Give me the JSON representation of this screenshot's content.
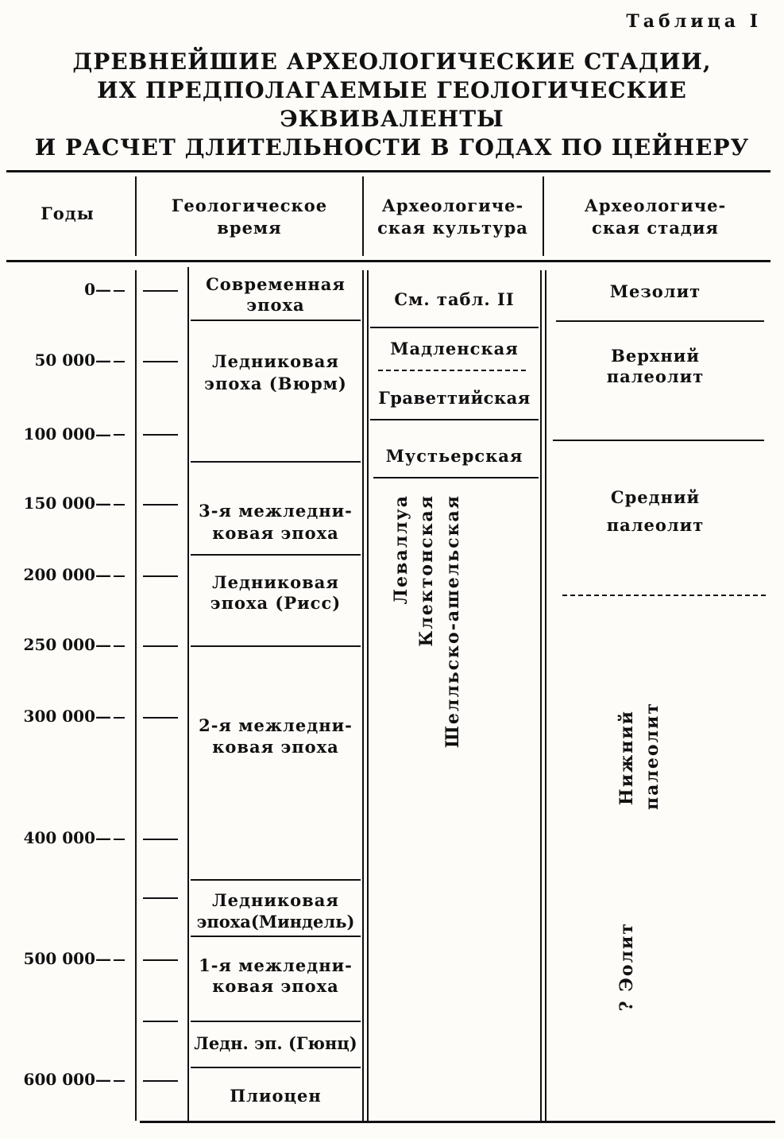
{
  "table_number": "Таблица I",
  "title": {
    "line1": "ДРЕВНЕЙШИЕ АРХЕОЛОГИЧЕСКИЕ СТАДИИ,",
    "line2": "ИХ ПРЕДПОЛАГАЕМЫЕ ГЕОЛОГИЧЕСКИЕ ЭКВИВАЛЕНТЫ",
    "line3": "И РАСЧЕТ ДЛИТЕЛЬНОСТИ В ГОДАХ ПО ЦЕЙНЕРУ"
  },
  "headers": {
    "years": "Годы",
    "geo_l1": "Геологическое",
    "geo_l2": "время",
    "cult_l1": "Археологиче-",
    "cult_l2": "ская культура",
    "stage_l1": "Археологиче-",
    "stage_l2": "ская стадия"
  },
  "years": [
    "0",
    "50 000",
    "100 000",
    "150 000",
    "200 000",
    "250 000",
    "300 000",
    "400 000",
    "500 000",
    "600 000"
  ],
  "geological": {
    "modern_l1": "Современная",
    "modern_l2": "эпоха",
    "wurm_l1": "Ледниковая",
    "wurm_l2": "эпоха (Вюрм)",
    "ig3_l1": "3-я межледни-",
    "ig3_l2": "ковая эпоха",
    "riss_l1": "Ледниковая",
    "riss_l2": "эпоха (Рисс)",
    "ig2_l1": "2-я межледни-",
    "ig2_l2": "ковая эпоха",
    "mindel_l1": "Ледниковая",
    "mindel_l2": "эпоха(Миндель)",
    "ig1_l1": "1-я межледни-",
    "ig1_l2": "ковая эпоха",
    "gunz": "Ледн. эп. (Гюнц)",
    "pliocene": "Плиоцен"
  },
  "cultures": {
    "see_table": "См. табл. II",
    "magdalenian": "Мадленская",
    "gravettian": "Граветтийская",
    "mousterian": "Мустьерская",
    "levallois": "Леваллуа",
    "clactonian": "Клектонская",
    "chelles_acheul": "Шелльско-ашельская"
  },
  "stages": {
    "mesolithic": "Мезолит",
    "upper_l1": "Верхний",
    "upper_l2": "палеолит",
    "middle_l1": "Средний",
    "middle_l2": "палеолит",
    "lower_l1": "Нижний",
    "lower_l2": "палеолит",
    "eolith": "? Эолит"
  }
}
